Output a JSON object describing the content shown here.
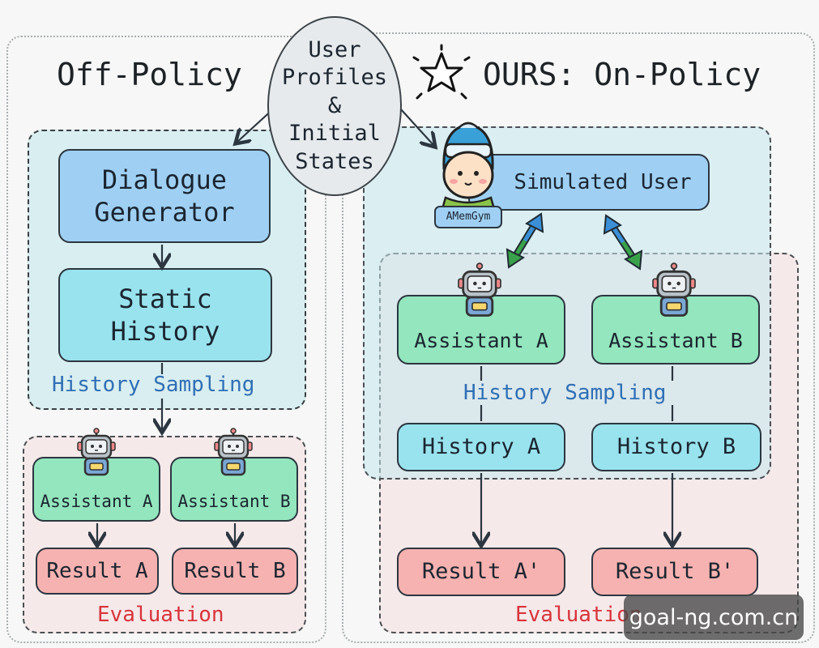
{
  "left": {
    "title": "Off-Policy",
    "dialogue_generator": "Dialogue\nGenerator",
    "static_history": "Static\nHistory",
    "history_sampling": "History Sampling",
    "assistant_a": "Assistant A",
    "assistant_b": "Assistant B",
    "result_a": "Result A",
    "result_b": "Result B",
    "evaluation": "Evaluation"
  },
  "center": {
    "user_profiles": "User\nProfiles\n&\nInitial\nStates"
  },
  "right": {
    "title": "OURS: On-Policy",
    "simulated_user": "Simulated User",
    "badge": "AMemGym",
    "assistant_a": "Assistant A",
    "assistant_b": "Assistant B",
    "history_sampling": "History Sampling",
    "history_a": "History A",
    "history_b": "History B",
    "result_a": "Result A'",
    "result_b": "Result B'",
    "evaluation": "Evaluation"
  },
  "watermark": "goal-ng.com.cn",
  "colors": {
    "box_blue": "#9fd0f4",
    "box_cyan": "#99e3ee",
    "box_green": "#93e6bd",
    "box_red": "#f6b2b0",
    "label_blue": "#2f6fb5",
    "label_red": "#d8343b"
  }
}
